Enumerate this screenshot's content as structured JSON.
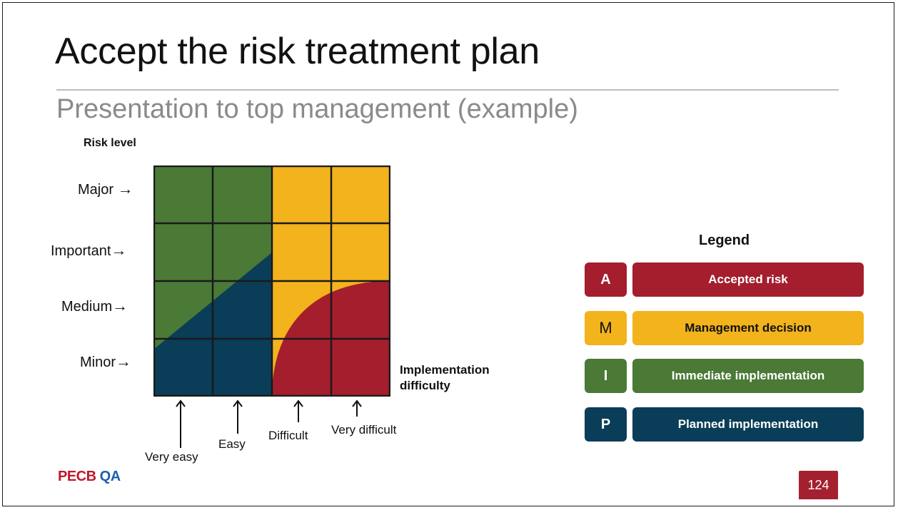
{
  "slide": {
    "title": "Accept the risk treatment plan",
    "subtitle": "Presentation to top management (example)"
  },
  "matrix": {
    "y_axis_title": "Risk level",
    "rows": [
      "Major",
      "Important",
      "Medium",
      "Minor"
    ],
    "x_axis_title_line1": "Implementation",
    "x_axis_title_line2": "difficulty",
    "columns": [
      "Very easy",
      "Easy",
      "Difficult",
      "Very difficult"
    ],
    "colors": {
      "green": "#4a7a36",
      "blue": "#0a3d57",
      "yellow": "#f2b31c",
      "red": "#a41e2d"
    }
  },
  "legend": {
    "title": "Legend",
    "items": [
      {
        "key": "A",
        "label": "Accepted risk",
        "color": "#a41e2d",
        "text_color": "#ffffff"
      },
      {
        "key": "M",
        "label": "Management decision",
        "color": "#f2b31c",
        "text_color": "#111111"
      },
      {
        "key": "I",
        "label": "Immediate implementation",
        "color": "#4a7a36",
        "text_color": "#ffffff"
      },
      {
        "key": "P",
        "label": "Planned implementation",
        "color": "#0a3d57",
        "text_color": "#ffffff"
      }
    ]
  },
  "footer": {
    "logo_part1": "PECB",
    "logo_part2": "QA",
    "logo_color1": "#c0182b",
    "logo_color2": "#1f5fb0",
    "page_number": "124"
  }
}
